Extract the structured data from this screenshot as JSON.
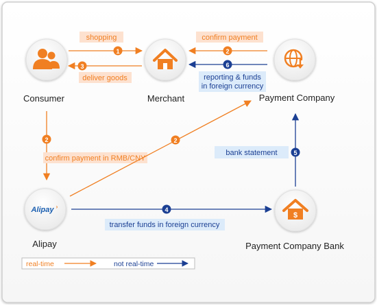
{
  "colors": {
    "orange": "#F07F22",
    "blue": "#1B3F93",
    "orange_label_bg": "#FDE1CF",
    "blue_label_bg": "#DCEBFA",
    "circle_fill": "#F3F3F3",
    "node_text": "#222222"
  },
  "nodes": {
    "consumer": {
      "label": "Consumer",
      "icon": "people-icon"
    },
    "merchant": {
      "label": "Merchant",
      "icon": "house-icon"
    },
    "payment_company": {
      "label": "Payment Company",
      "icon": "globe-download-icon"
    },
    "alipay": {
      "label": "Alipay",
      "icon": "alipay-logo",
      "logo_text": "Alipay"
    },
    "payment_company_bank": {
      "label": "Payment Company Bank",
      "icon": "bank-dollar-icon"
    }
  },
  "flows": {
    "shopping": {
      "label": "shopping",
      "step": "1",
      "type": "real-time"
    },
    "deliver_goods": {
      "label": "deliver goods",
      "step": "3",
      "type": "real-time"
    },
    "confirm_payment": {
      "label": "confirm payment",
      "step": "2",
      "type": "real-time"
    },
    "reporting": {
      "label_line1": "reporting & funds",
      "label_line2": "in foreign currency",
      "step": "6",
      "type": "not real-time"
    },
    "consumer_to_alipay": {
      "label": "confirm payment in RMB/CNY",
      "step": "2",
      "type": "real-time"
    },
    "alipay_to_payment_company": {
      "step": "2",
      "type": "real-time"
    },
    "bank_statement": {
      "label": "bank statement",
      "step": "5",
      "type": "not real-time"
    },
    "transfer_funds": {
      "label": "transfer funds in foreign currency",
      "step": "4",
      "type": "not real-time"
    }
  },
  "legend": {
    "realtime": "real-time",
    "not_realtime": "not real-time"
  }
}
